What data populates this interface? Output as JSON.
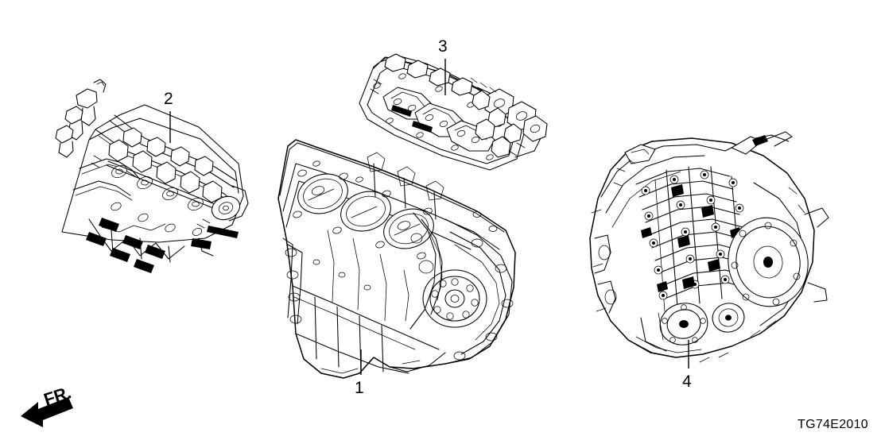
{
  "diagram": {
    "code": "TG74E2010",
    "background_color": "#ffffff",
    "line_color": "#000000",
    "orientation_marker": {
      "label": "FR.",
      "icon": "front-arrow-icon",
      "direction": "left"
    },
    "callouts": [
      {
        "id": "1",
        "label": "1",
        "part": "engine-block-assembly",
        "leader": "up"
      },
      {
        "id": "2",
        "label": "2",
        "part": "cylinder-head-assembly-front",
        "leader": "down"
      },
      {
        "id": "3",
        "label": "3",
        "part": "cylinder-head-assembly-rear",
        "leader": "down"
      },
      {
        "id": "4",
        "label": "4",
        "part": "transmission-assembly",
        "leader": "up"
      }
    ]
  }
}
